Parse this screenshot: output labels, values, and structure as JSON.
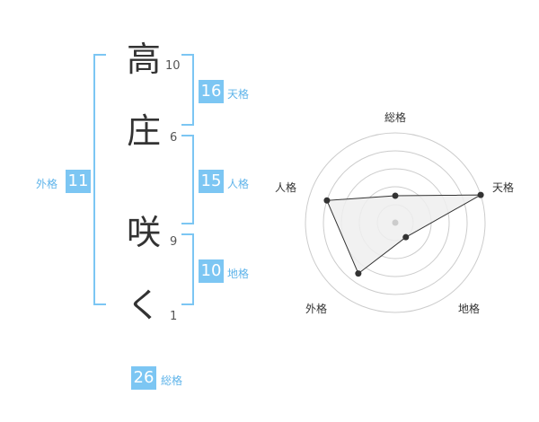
{
  "name": {
    "characters": [
      {
        "char": "高",
        "strokes": "10"
      },
      {
        "char": "庄",
        "strokes": "6"
      },
      {
        "char": "咲",
        "strokes": "9"
      },
      {
        "char": "く",
        "strokes": "1"
      }
    ]
  },
  "kakusu": {
    "tenkaku": {
      "value": "16",
      "label": "天格"
    },
    "jinkaku": {
      "value": "15",
      "label": "人格"
    },
    "chikaku": {
      "value": "10",
      "label": "地格"
    },
    "gaikaku": {
      "value": "11",
      "label": "外格"
    },
    "soukaku": {
      "value": "26",
      "label": "総格"
    }
  },
  "colors": {
    "accent": "#7cc6f3",
    "radar_fill": "#eeeeee",
    "radar_line": "#333333"
  },
  "chart_data": {
    "type": "radar",
    "axes": [
      "総格",
      "天格",
      "地格",
      "外格",
      "人格"
    ],
    "values": [
      0.3,
      1.0,
      0.2,
      0.7,
      0.8
    ],
    "range": [
      0,
      1
    ],
    "rings": 5
  }
}
